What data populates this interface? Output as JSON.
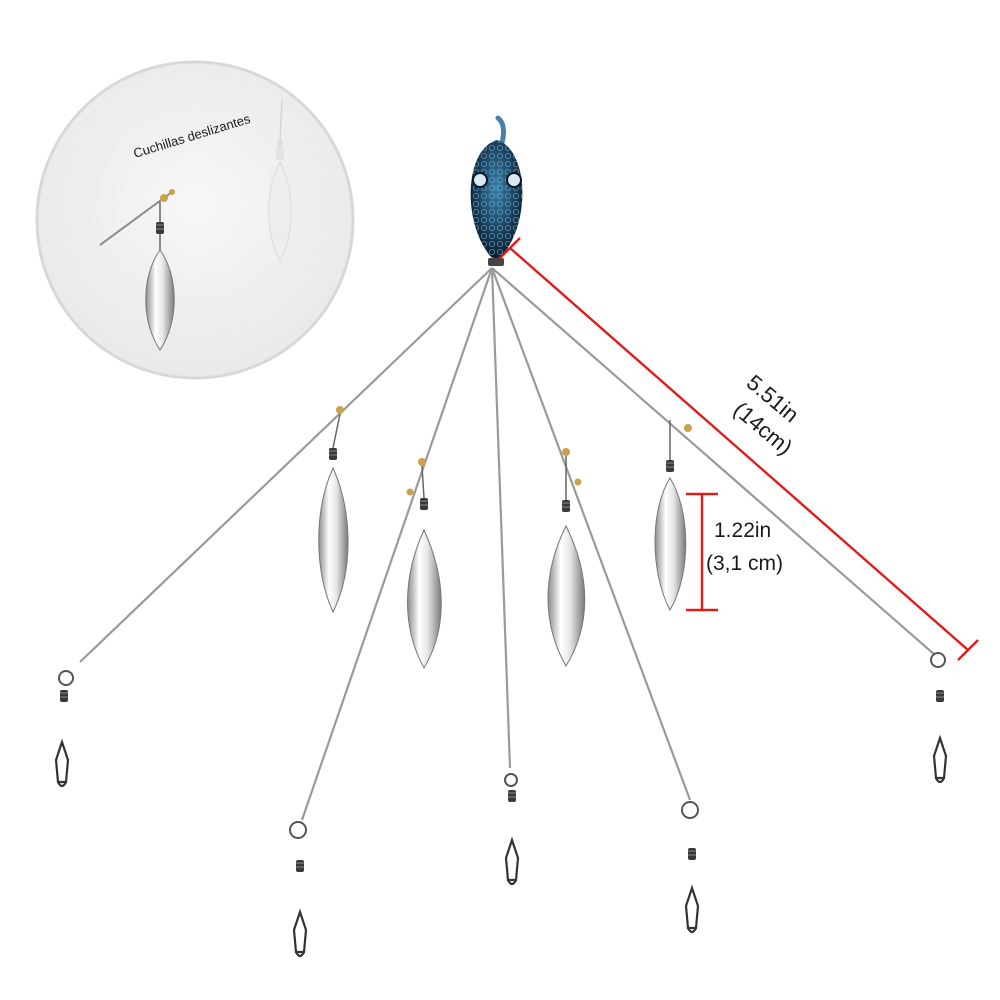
{
  "inset": {
    "caption": "Cuchillas deslizantes"
  },
  "dimensions": {
    "arm_length_in": "5.51in",
    "arm_length_cm": "(14cm)",
    "blade_length_in": "1.22in",
    "blade_length_cm": "(3,1 cm)"
  },
  "colors": {
    "measure_line": "#e01b1b",
    "lure_head": "#1d3f5c",
    "lure_accent": "#5fb6d6",
    "wire": "#9a9a9a",
    "blade": "#d9d9d9",
    "inset_bg": "#efefef"
  }
}
